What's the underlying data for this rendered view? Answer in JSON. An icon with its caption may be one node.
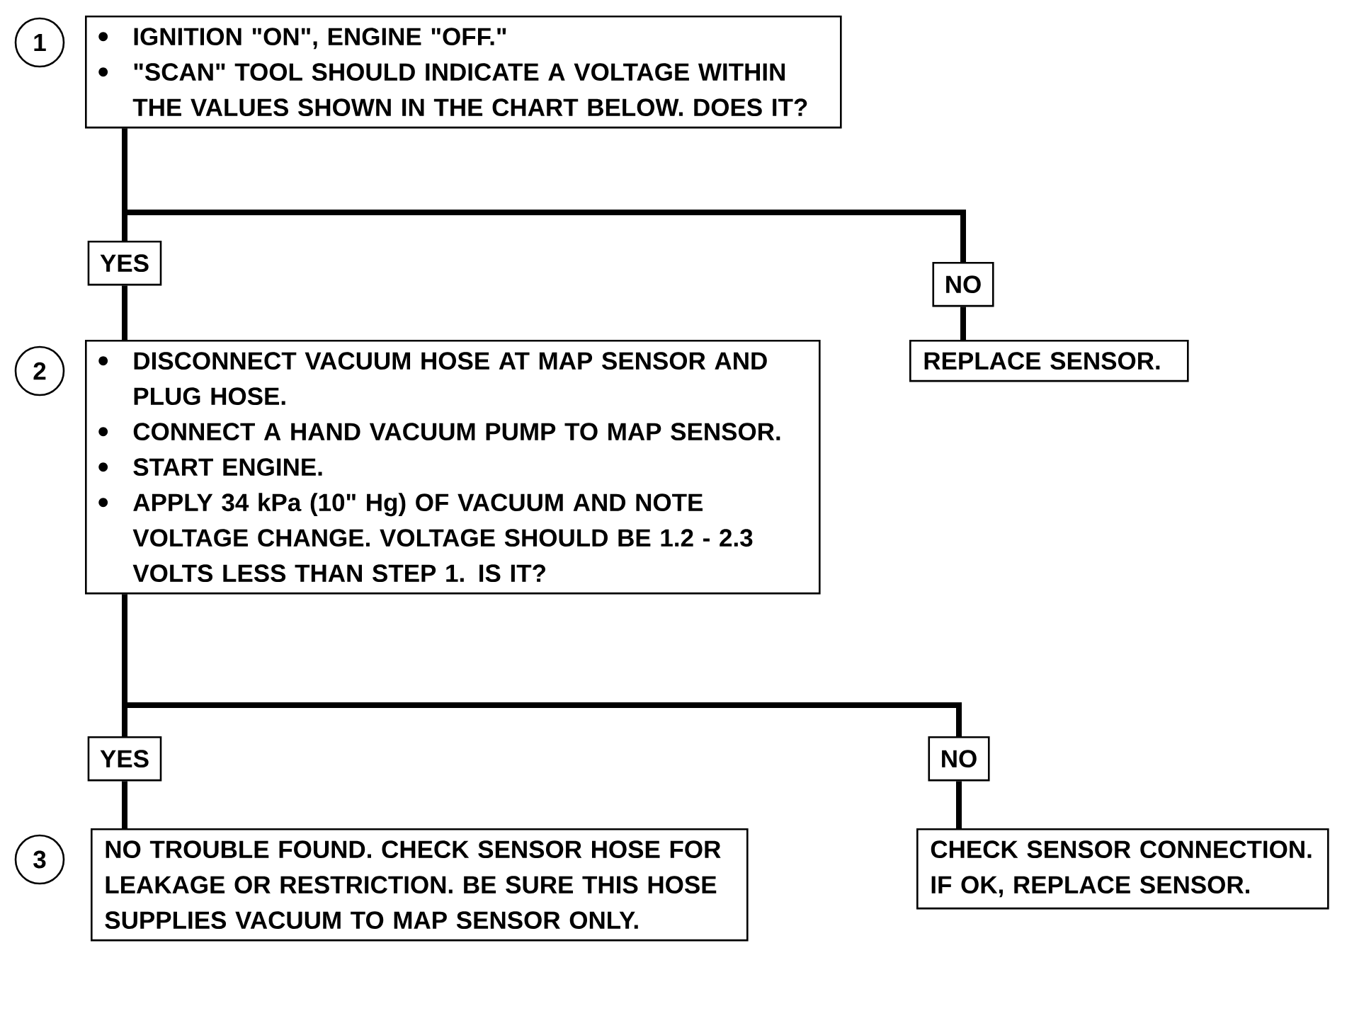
{
  "diagram": {
    "nodes": [
      {
        "text": [
          "IGNITION \"ON\", ENGINE \"OFF.\"",
          "\"SCAN\" TOOL SHOULD INDICATE A VOLTAGE WITHIN THE VALUES SHOWN IN THE CHART BELOW. DOES IT?"
        ],
        "beside": [
          "1"
        ]
      },
      {
        "text": [
          "YES"
        ]
      },
      {
        "text": [
          "NO"
        ]
      },
      {
        "text": [
          "DISCONNECT VACUUM HOSE AT MAP SENSOR AND PLUG HOSE.",
          "CONNECT A HAND VACUUM PUMP TO MAP SENSOR.",
          "START ENGINE.",
          "APPLY 34 kPa (10\" Hg) OF VACUUM AND NOTE VOLTAGE CHANGE. VOLTAGE SHOULD BE 1.2 - 2.3 VOLTS LESS THAN STEP 1. IS IT?"
        ],
        "beside": [
          "2"
        ]
      },
      {
        "text": [
          "REPLACE SENSOR."
        ]
      },
      {
        "text": [
          "YES"
        ]
      },
      {
        "text": [
          "NO"
        ]
      },
      {
        "text": [
          "NO TROUBLE FOUND. CHECK SENSOR HOSE FOR LEAKAGE OR RESTRICTION. BE SURE THIS HOSE SUPPLIES VACUUM TO MAP SENSOR ONLY."
        ],
        "beside": [
          "3"
        ]
      },
      {
        "text": [
          "CHECK SENSOR CONNECTION. IF OK, REPLACE SENSOR."
        ]
      }
    ],
    "edges": [
      {
        "from": 0,
        "to": 1,
        "arrow": "none"
      },
      {
        "from": 0,
        "to": 2,
        "arrow": "none"
      },
      {
        "from": 1,
        "to": 3,
        "arrow": "none"
      },
      {
        "from": 2,
        "to": 4,
        "arrow": "none"
      },
      {
        "from": 3,
        "to": 5,
        "arrow": "none"
      },
      {
        "from": 3,
        "to": 6,
        "arrow": "none"
      },
      {
        "from": 5,
        "to": 7,
        "arrow": "none"
      },
      {
        "from": 6,
        "to": 8,
        "arrow": "none"
      }
    ]
  }
}
